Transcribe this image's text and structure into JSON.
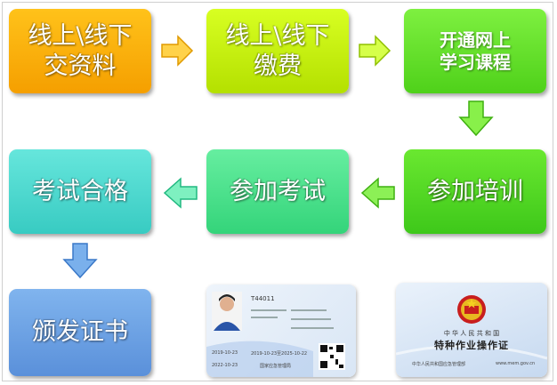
{
  "steps": {
    "s1": "线上\\线下\n交资料",
    "s2": "线上\\线下\n缴费",
    "s3": "开通网上\n学习课程",
    "s4": "参加培训",
    "s5": "参加考试",
    "s6": "考试合格",
    "s7": "颁发证书"
  },
  "id_card": {
    "id_no": "T44011",
    "dates": [
      "2019-10-23",
      "2022-10-23",
      "2019-10-23至2025-10-22"
    ],
    "org": "国家应急管理局"
  },
  "certificate": {
    "country": "中 华 人 民 共 和 国",
    "title": "特种作业操作证",
    "issuer": "中华人民共和国应急管理部",
    "website": "www.mem.gov.cn"
  },
  "colors": {
    "orange": "#ffb400",
    "lime": "#c8f000",
    "green": "#66dd22",
    "teal": "#4ed9d0",
    "blue": "#6a9fe0"
  }
}
